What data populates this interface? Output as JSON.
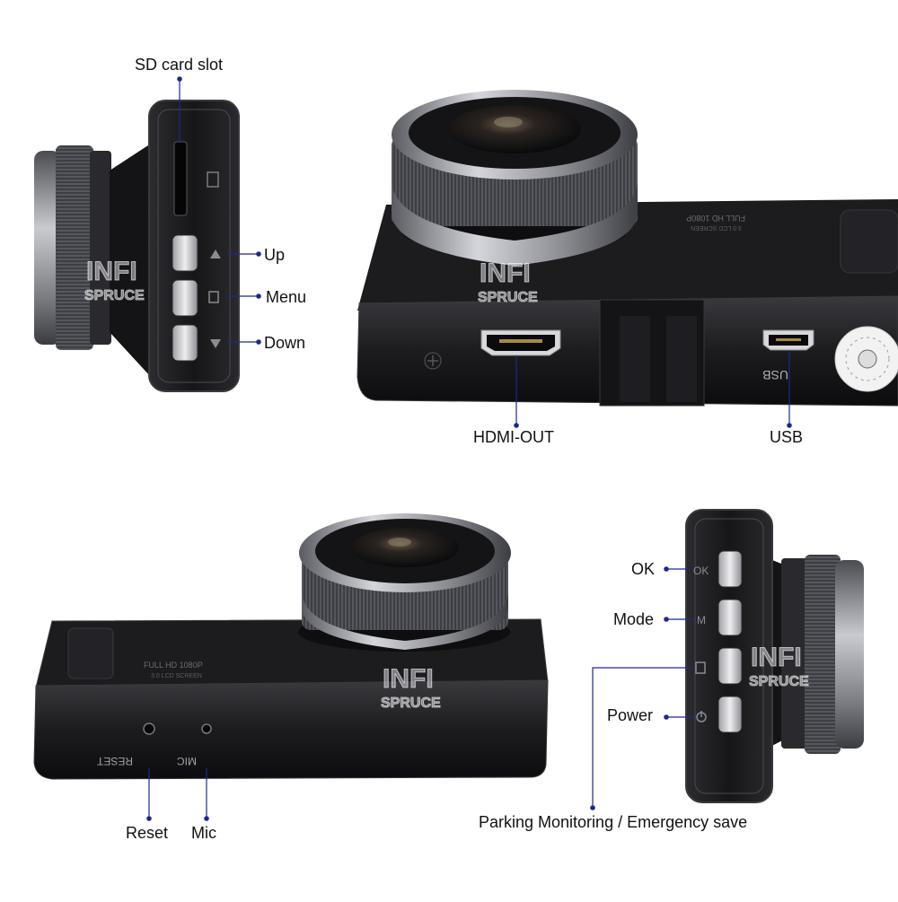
{
  "labels": {
    "sd_card_slot": "SD card slot",
    "up": "Up",
    "menu": "Menu",
    "down": "Down",
    "hdmi_out": "HDMI-OUT",
    "usb": "USB",
    "ok": "OK",
    "mode": "Mode",
    "power": "Power",
    "reset": "Reset",
    "mic": "Mic",
    "parking": "Parking Monitoring / Emergency save"
  },
  "engravings": {
    "usb_port": "USB",
    "reset_port": "RESET",
    "mic_port": "MIC",
    "full_hd": "FULL HD 1080P",
    "lcd_screen": "3.0 LCD SCREEN",
    "ok_button": "OK",
    "mode_button": "M"
  },
  "watermark": {
    "line1": "INFI",
    "line2": "SPRUCE"
  },
  "colors": {
    "leader": "#1a2a8c",
    "body": "#1b1b1d",
    "body_edge": "#3a3a3e",
    "metal": "#9a9ca2",
    "label_text": "#111111"
  }
}
